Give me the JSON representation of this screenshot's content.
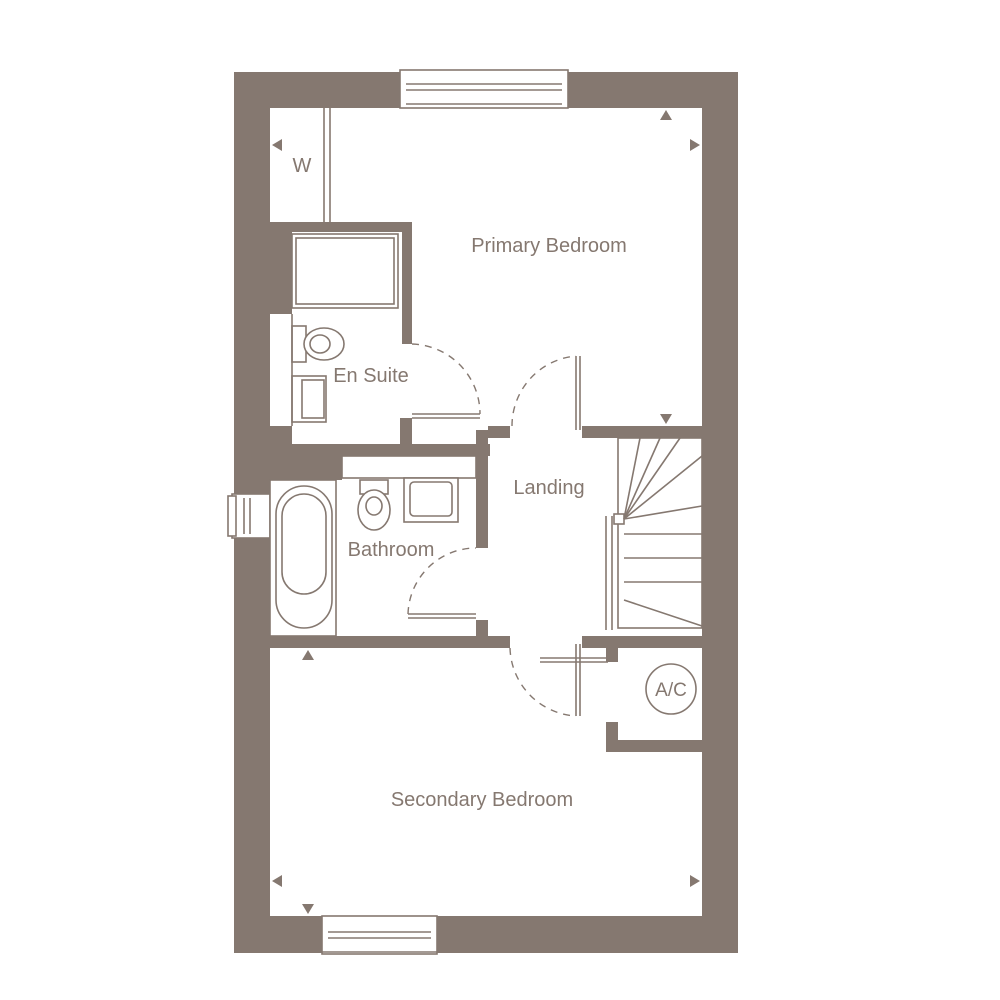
{
  "rooms": {
    "primary_bedroom": "Primary Bedroom",
    "en_suite": "En Suite",
    "landing": "Landing",
    "bathroom": "Bathroom",
    "secondary_bedroom": "Secondary Bedroom",
    "wardrobe": "W",
    "airing_cupboard": "A/C"
  },
  "colors": {
    "wall": "#857870",
    "background": "#ffffff"
  }
}
